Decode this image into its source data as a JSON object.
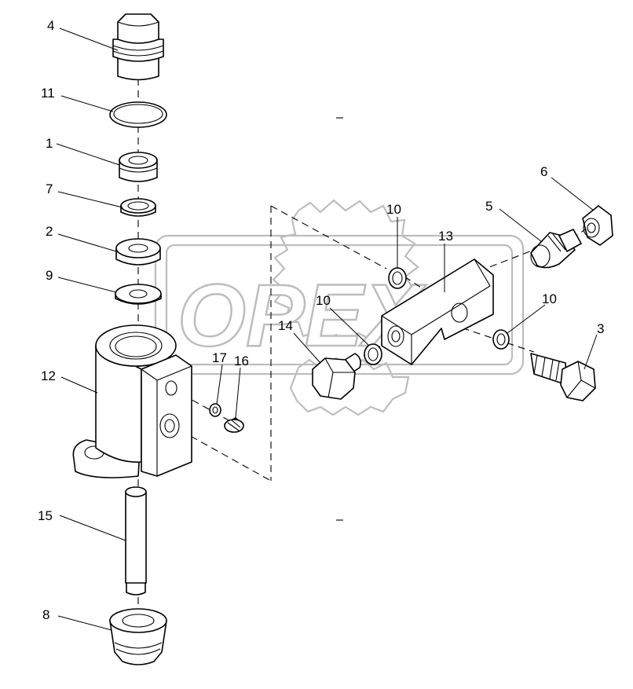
{
  "watermark": {
    "text": "OPEX"
  },
  "callouts": [
    {
      "id": "c4",
      "label": "4"
    },
    {
      "id": "c11",
      "label": "11"
    },
    {
      "id": "c1",
      "label": "1"
    },
    {
      "id": "c7",
      "label": "7"
    },
    {
      "id": "c2",
      "label": "2"
    },
    {
      "id": "c9",
      "label": "9"
    },
    {
      "id": "c12",
      "label": "12"
    },
    {
      "id": "c15",
      "label": "15"
    },
    {
      "id": "c8",
      "label": "8"
    },
    {
      "id": "c17",
      "label": "17"
    },
    {
      "id": "c16",
      "label": "16"
    },
    {
      "id": "c14",
      "label": "14"
    },
    {
      "id": "c10a",
      "label": "10"
    },
    {
      "id": "c10b",
      "label": "10"
    },
    {
      "id": "c10c",
      "label": "10"
    },
    {
      "id": "c13",
      "label": "13"
    },
    {
      "id": "c5",
      "label": "5"
    },
    {
      "id": "c6",
      "label": "6"
    },
    {
      "id": "c3",
      "label": "3"
    }
  ]
}
